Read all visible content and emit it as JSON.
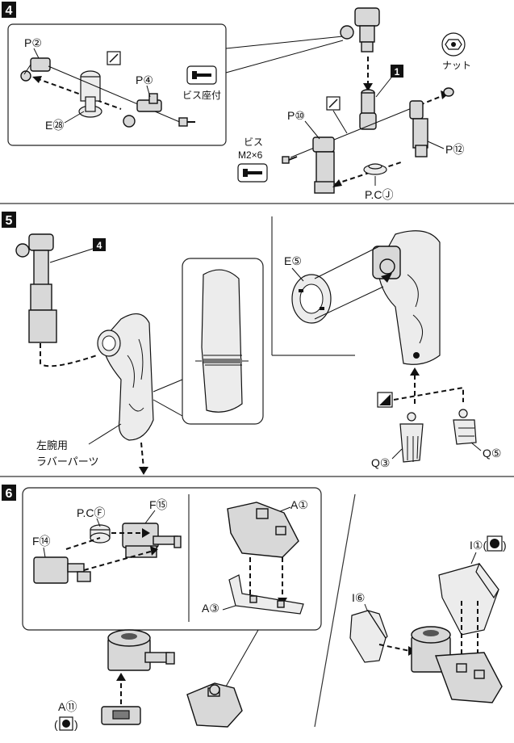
{
  "steps": [
    {
      "number": "4"
    },
    {
      "number": "5"
    },
    {
      "number": "6"
    }
  ],
  "step4": {
    "inset": {
      "label_p2": "P②",
      "label_p4": "P④",
      "label_e28": "E㉘",
      "label_screw_seat": "ビス座付"
    },
    "label_nut": "ナット",
    "label_1": "1",
    "label_p10": "P⑩",
    "label_p12": "P⑫",
    "label_screw": "ビス",
    "label_screw_size": "M2×6",
    "label_pcj": "P.CⒿ"
  },
  "step5": {
    "label_4": "4",
    "label_e5": "E⑤",
    "label_q3": "Q③",
    "label_q5": "Q⑤",
    "label_left_arm_line1": "左腕用",
    "label_left_arm_line2": "ラバーパーツ"
  },
  "step6": {
    "label_pcf": "P.CⒻ",
    "label_f15": "F⑮",
    "label_f14": "F⑭",
    "label_a1": "A①",
    "label_a3": "A③",
    "label_i1": "I①(",
    "label_i1_close": ")",
    "label_i6": "I⑥",
    "label_a11": "A⑪",
    "label_a11_sub_open": "(",
    "label_a11_sub_close": ")"
  }
}
